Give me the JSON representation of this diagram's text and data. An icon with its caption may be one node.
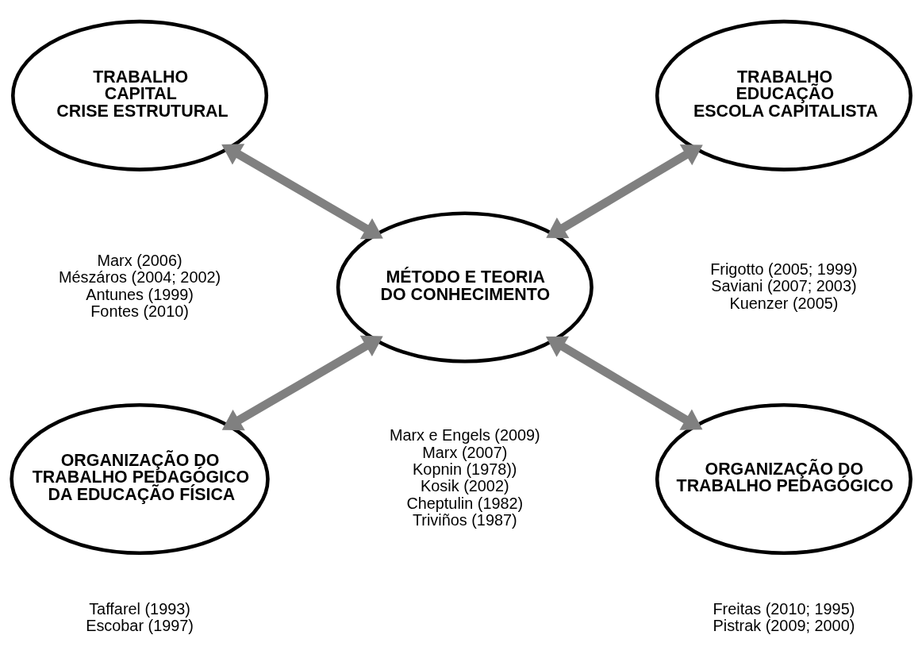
{
  "diagram": {
    "nodes": [
      {
        "text": [
          "TRABALHO CAPITAL CRISE ESTRUTURAL"
        ],
        "beside": [
          "Marx (2006)",
          "Mészáros (2004; 2002)",
          "Antunes (1999)",
          "Fontes (2010)"
        ]
      },
      {
        "text": [
          "TRABALHO EDUCAÇÃO ESCOLA CAPITALISTA"
        ],
        "beside": [
          "Frigotto (2005; 1999)",
          "Saviani (2007; 2003)",
          "Kuenzer (2005)"
        ]
      },
      {
        "text": [
          "MÉTODO E TEORIA DO CONHECIMENTO"
        ],
        "beside": [
          "Marx e Engels (2009)",
          "Marx (2007)",
          "Kopnin (1978))",
          "Kosik (2002)",
          "Cheptulin (1982)",
          "Triviños (1987)"
        ]
      },
      {
        "text": [
          "ORGANIZAÇÃO DO TRABALHO PEDAGÓGICO DA EDUCAÇÃO FÍSICA"
        ],
        "beside": [
          "Taffarel (1993)",
          "Escobar (1997)"
        ]
      },
      {
        "text": [
          "ORGANIZAÇÃO DO TRABALHO PEDAGÓGICO"
        ],
        "beside": [
          "Freitas (2010; 1995)",
          "Pistrak (2009; 2000)"
        ]
      }
    ],
    "edges": [
      {
        "from": 0,
        "to": 2,
        "arrow": "both"
      },
      {
        "from": 1,
        "to": 2,
        "arrow": "both"
      },
      {
        "from": 2,
        "to": 3,
        "arrow": "both"
      },
      {
        "from": 2,
        "to": 4,
        "arrow": "both"
      }
    ]
  }
}
